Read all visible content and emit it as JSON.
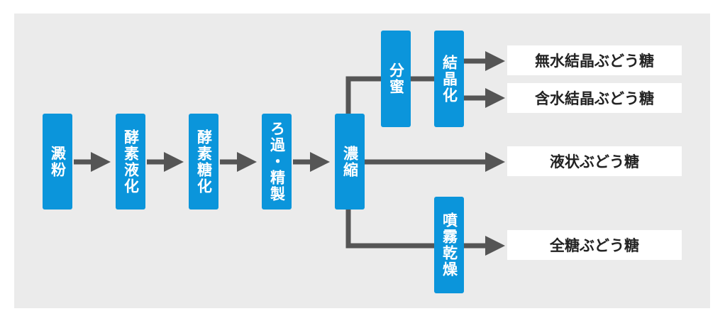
{
  "colors": {
    "panel": "#ebebeb",
    "box": "#0b95db",
    "connector": "#555555",
    "product_bg": "#ffffff",
    "product_text": "#222222"
  },
  "steps": {
    "starch": "澱粉",
    "enzyme_liquefaction": "酵素液化",
    "enzyme_saccharification": "酵素糖化",
    "filtration_refining": "ろ過・精製",
    "concentration": "濃縮",
    "molasses_separation": "分蜜",
    "crystallization": "結晶化",
    "spray_drying": "噴霧乾燥"
  },
  "products": {
    "anhydrous": "無水結晶ぶどう糖",
    "hydrous": "含水結晶ぶどう糖",
    "liquid": "液状ぶどう糖",
    "whole": "全糖ぶどう糖"
  }
}
